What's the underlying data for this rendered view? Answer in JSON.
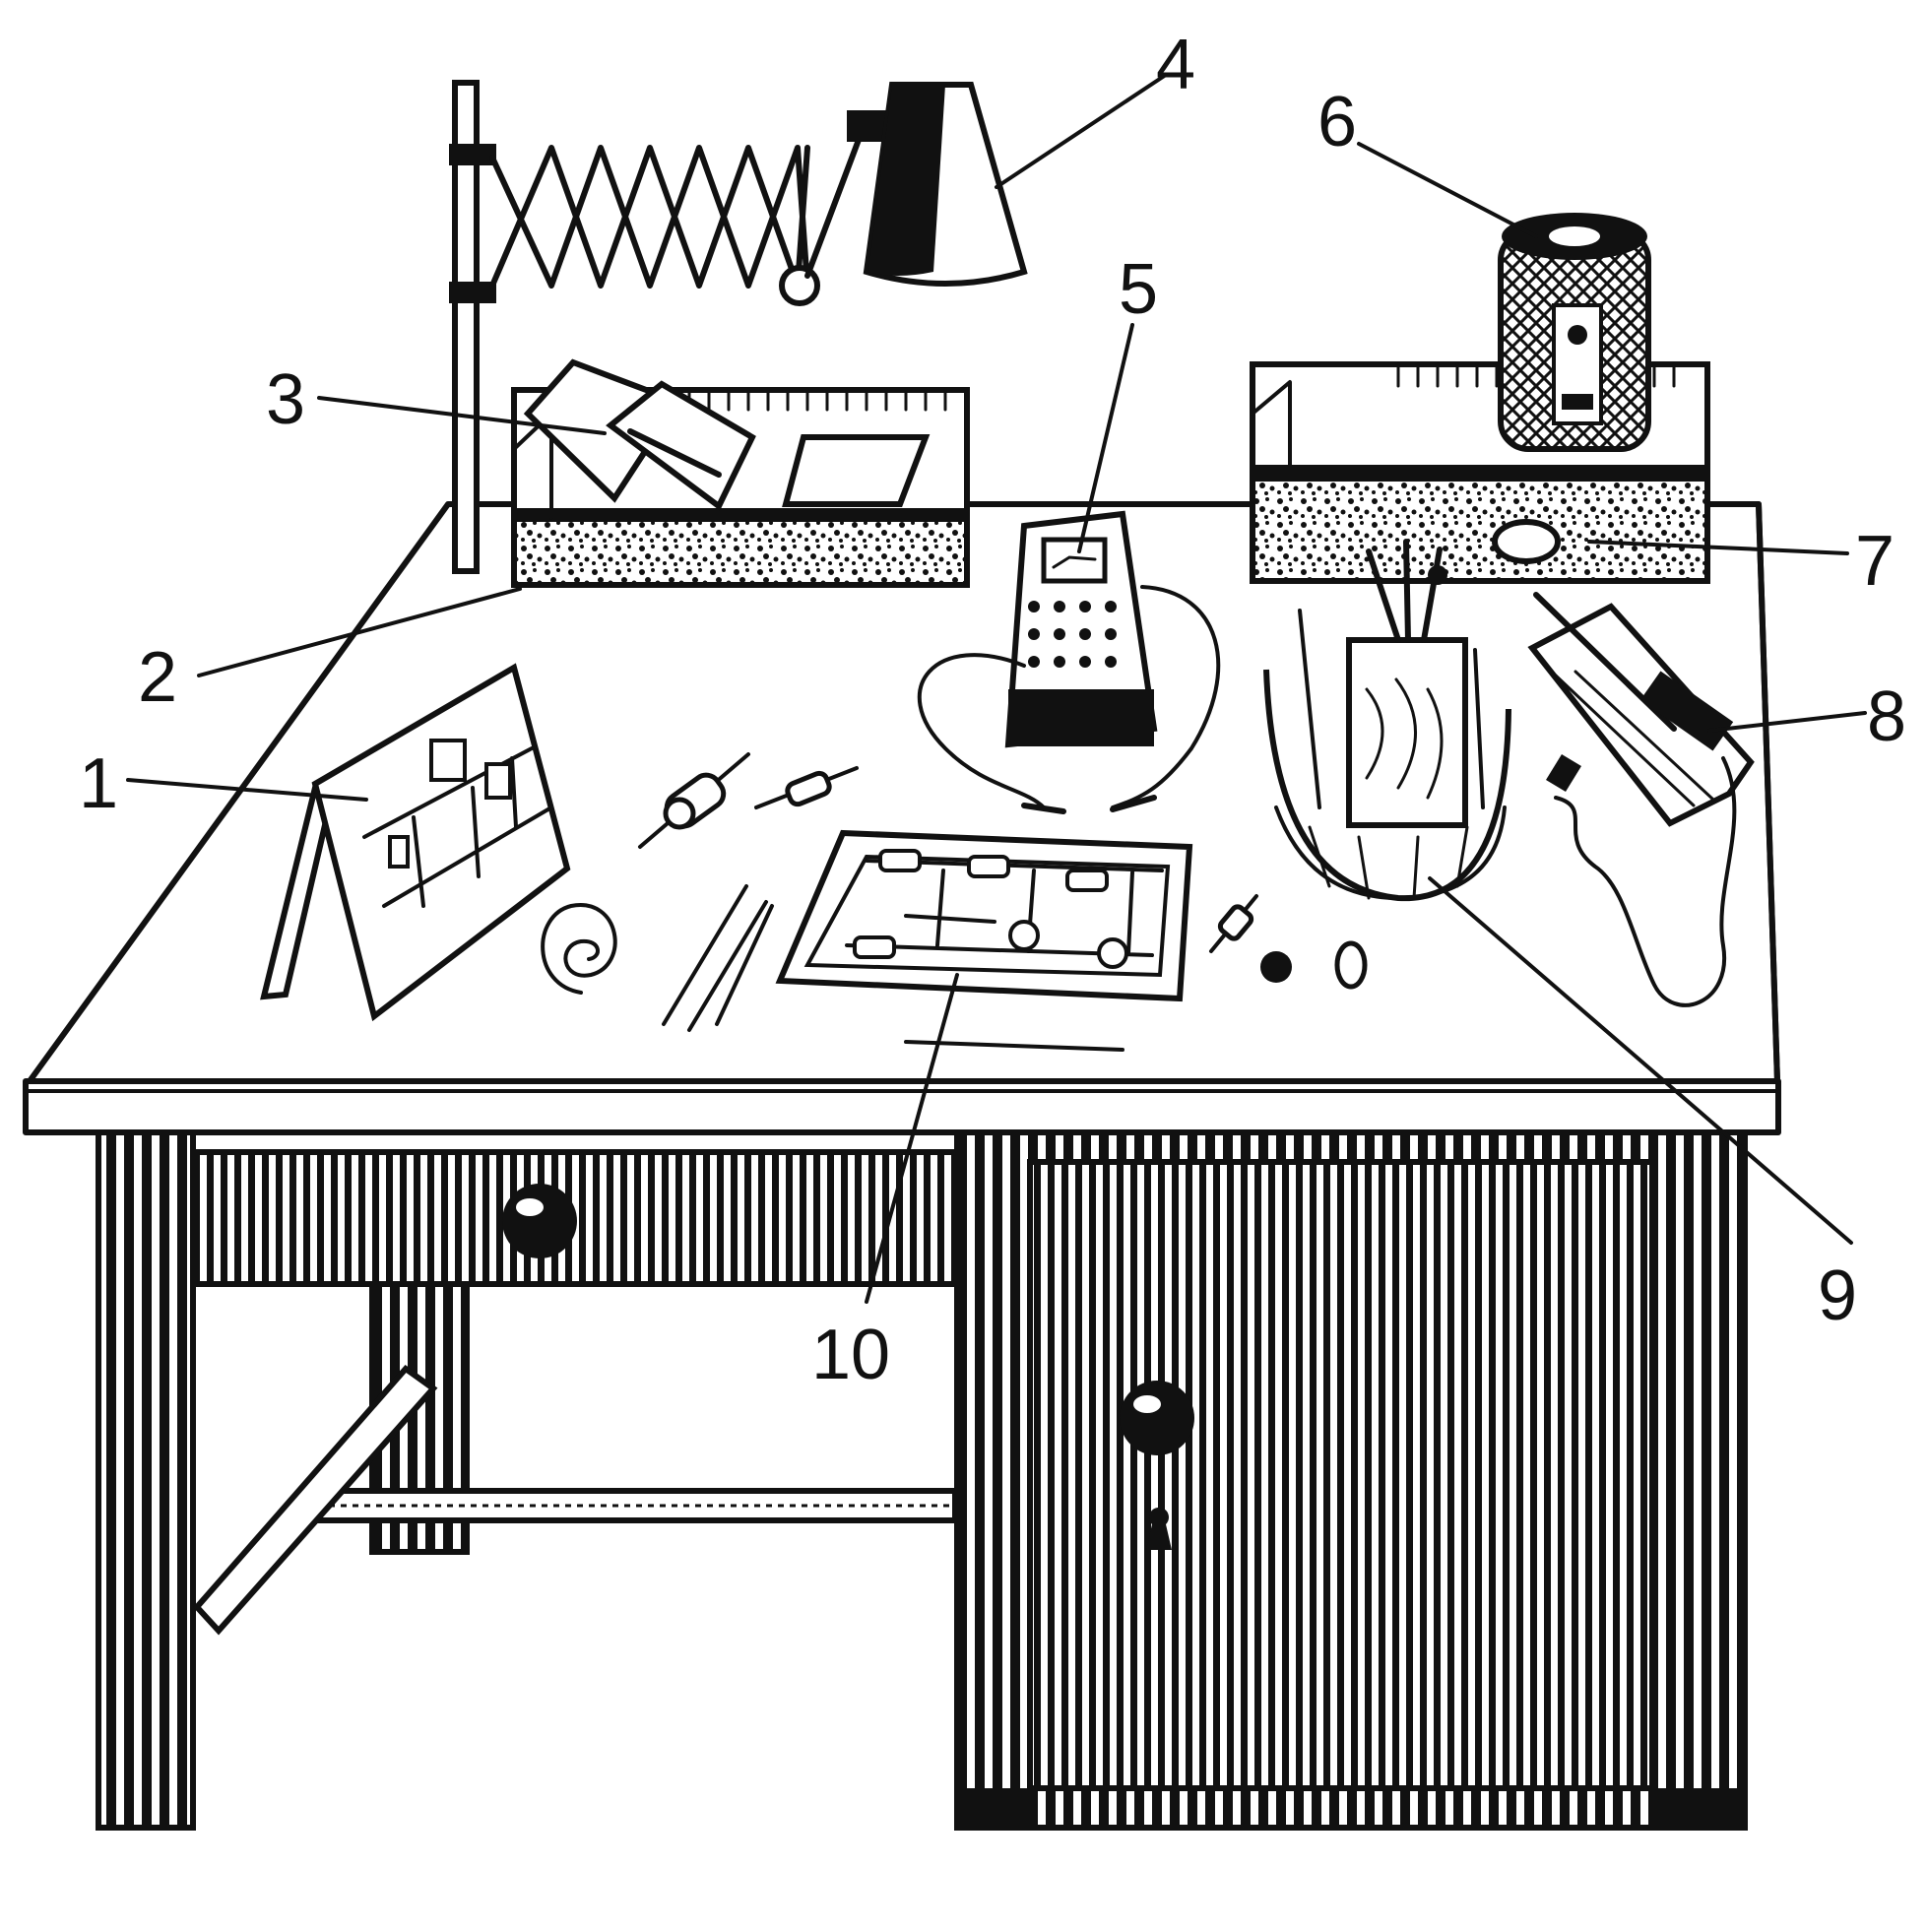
{
  "figure": {
    "callouts": [
      {
        "id": "c1",
        "label": "1"
      },
      {
        "id": "c2",
        "label": "2"
      },
      {
        "id": "c3",
        "label": "3"
      },
      {
        "id": "c4",
        "label": "4"
      },
      {
        "id": "c5",
        "label": "5"
      },
      {
        "id": "c6",
        "label": "6"
      },
      {
        "id": "c7",
        "label": "7"
      },
      {
        "id": "c8",
        "label": "8"
      },
      {
        "id": "c9",
        "label": "9"
      },
      {
        "id": "c10",
        "label": "10"
      }
    ]
  },
  "colors": {
    "ink": "#111111",
    "paper": "#ffffff"
  }
}
